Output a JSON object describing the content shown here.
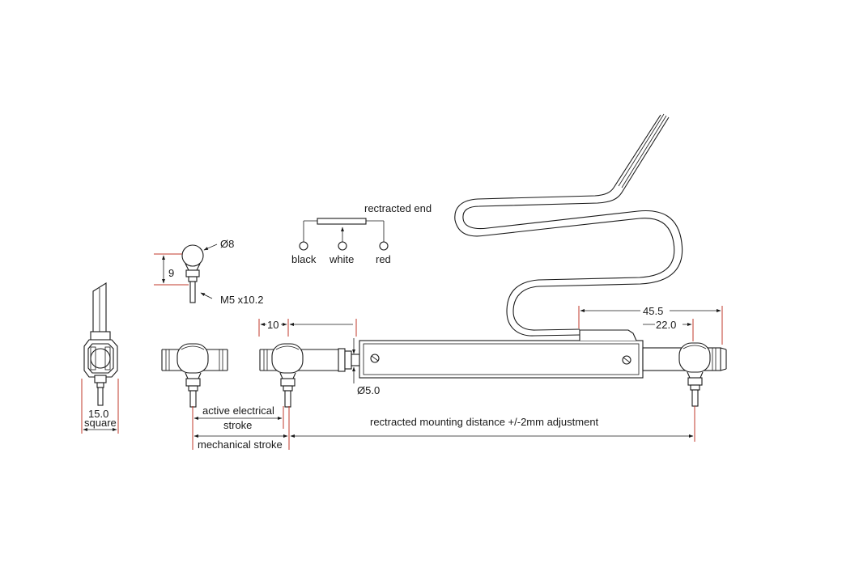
{
  "labels": {
    "wiring_title": "rectracted end",
    "wire_black": "black",
    "wire_white": "white",
    "wire_red": "red",
    "ball_diameter": "Ø8",
    "ball_height": "9",
    "thread": "M5 x10.2",
    "square_size": "15.0",
    "square_word": "square",
    "dim_10": "10",
    "dim_45_5": "45.5",
    "dim_22_0": "22.0",
    "shaft_diameter": "Ø5.0",
    "active_electrical_1": "active electrical",
    "active_electrical_2": "stroke",
    "mechanical_stroke": "mechanical stroke",
    "retracted_distance": "rectracted mounting distance +/-2mm adjustment"
  }
}
